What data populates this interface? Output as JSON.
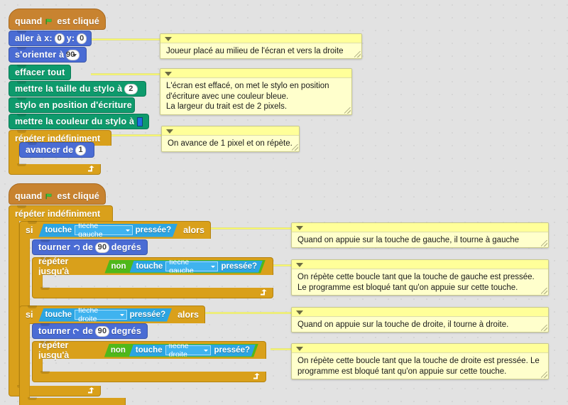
{
  "canvas": {
    "background_color": "#e2e2e2",
    "grid": true
  },
  "palette": {
    "motion": "#4a6cd4",
    "pen": "#0e9a6c",
    "control": "#d9a01b",
    "events": "#c88330",
    "sensing": "#2ca5e2",
    "operators": "#4fb81a",
    "comment_bg": "#ffffcc",
    "comment_bar": "#ffff99",
    "pen_color_value": "#1f6fe0"
  },
  "script1": {
    "hat": {
      "pre": "quand",
      "icon": "green-flag",
      "post": "est cliqué"
    },
    "goto": {
      "pre": "aller à x:",
      "x": "0",
      "mid": "y:",
      "y": "0"
    },
    "point": {
      "pre": "s'orienter à",
      "value": "90"
    },
    "clear": {
      "label": "effacer tout"
    },
    "pensize": {
      "pre": "mettre la taille du stylo à",
      "value": "2"
    },
    "pendown": {
      "label": "stylo en position d'écriture"
    },
    "pencolor": {
      "pre": "mettre la couleur du stylo à"
    },
    "forever": {
      "label": "répéter indéfiniment"
    },
    "move": {
      "pre": "avancer de",
      "value": "1"
    }
  },
  "script2": {
    "hat": {
      "pre": "quand",
      "icon": "green-flag",
      "post": "est cliqué"
    },
    "forever": {
      "label": "répéter indéfiniment"
    },
    "if_left": {
      "if_label": "si",
      "then_label": "alors",
      "sensing_pre": "touche",
      "key": "flèche gauche",
      "sensing_post": "pressée?"
    },
    "turn_left": {
      "pre": "tourner",
      "icon": "turn-counterclockwise",
      "mid": "de",
      "value": "90",
      "post": "degrés"
    },
    "until_left": {
      "label": "répéter jusqu'à",
      "not_label": "non",
      "sensing_pre": "touche",
      "key": "flèche gauche",
      "sensing_post": "pressée?"
    },
    "if_right": {
      "if_label": "si",
      "then_label": "alors",
      "sensing_pre": "touche",
      "key": "flèche droite",
      "sensing_post": "pressée?"
    },
    "turn_right": {
      "pre": "tourner",
      "icon": "turn-clockwise",
      "mid": "de",
      "value": "90",
      "post": "degrés"
    },
    "until_right": {
      "label": "répéter jusqu'à",
      "not_label": "non",
      "sensing_pre": "touche",
      "key": "flèche droite",
      "sensing_post": "pressée?"
    }
  },
  "comments": {
    "c1": "Joueur placé au milieu de l'écran et vers la droite",
    "c2_l1": "L'écran est effacé, on met le stylo en position",
    "c2_l2": "d'écriture avec une couleur bleue.",
    "c2_l3": "La largeur du trait est de 2 pixels.",
    "c3": "On avance de 1 pixel et on répète.",
    "c4": "Quand on appuie sur la touche de gauche, il tourne à gauche",
    "c5_l1": "On répète cette boucle tant que la touche de gauche est pressée.",
    "c5_l2": "Le programme est bloqué tant qu'on appuie sur cette touche.",
    "c6": "Quand on appuie sur la touche de droite, il tourne à droite.",
    "c7_l1": "On répète cette boucle tant que la touche de droite est pressée. Le",
    "c7_l2": "programme est bloqué tant qu'on appuie sur cette touche."
  }
}
